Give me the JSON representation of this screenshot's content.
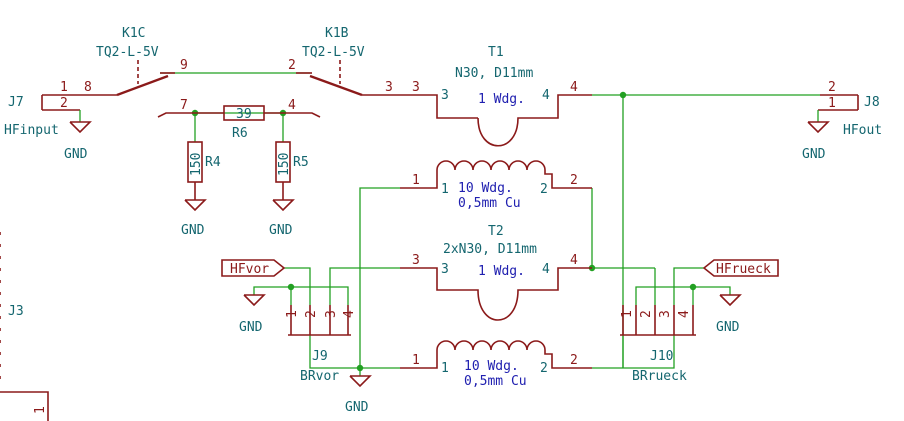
{
  "colors": {
    "wire": "#22a022",
    "device": "#8b1a1a",
    "reference": "#14666f",
    "note": "#2020b0",
    "background": "#ffffff"
  },
  "relays": {
    "k1c": {
      "ref": "K1C",
      "value": "TQ2-L-5V",
      "pin_a": "1",
      "pin_b": "8",
      "pin_common": "9"
    },
    "k1b": {
      "ref": "K1B",
      "value": "TQ2-L-5V",
      "pin_common": "2",
      "pin_a": "3",
      "pin_b": "3"
    }
  },
  "resistors": {
    "r6": {
      "ref": "R6",
      "value": "39",
      "pin_left": "7",
      "pin_right": "4"
    },
    "r4": {
      "ref": "R4",
      "value": "150"
    },
    "r5": {
      "ref": "R5",
      "value": "150"
    }
  },
  "transformers": {
    "t1": {
      "ref": "T1",
      "value": "N30, D11mm",
      "winding_top": "1 Wdg.",
      "pins_top": [
        "3",
        "4"
      ],
      "winding_bottom_line1": "10 Wdg.",
      "winding_bottom_line2": "0,5mm Cu",
      "pins_bottom": [
        "1",
        "2"
      ]
    },
    "t2": {
      "ref": "T2",
      "value": "2xN30, D11mm",
      "winding_top": "1 Wdg.",
      "pins_top": [
        "3",
        "4"
      ],
      "winding_bottom_line1": "10 Wdg.",
      "winding_bottom_line2": "0,5mm Cu",
      "pins_bottom": [
        "1",
        "2"
      ]
    }
  },
  "wire_pin_numbers": {
    "k1c_left": "1",
    "k1c_common": "9",
    "k1b_common": "2",
    "k1b_out": "3",
    "t1_out": "4",
    "t1_bot_in": "1",
    "t1_bot_out": "2",
    "t2_in": "3",
    "t2_out": "4",
    "t2_bot_in": "1",
    "t2_bot_out": "2"
  },
  "connectors": {
    "j7": {
      "ref": "J7",
      "value": "HFinput",
      "pin1": "1",
      "pin2": "2"
    },
    "j8": {
      "ref": "J8",
      "value": "HFout",
      "pin1": "1",
      "pin2": "2"
    },
    "j9": {
      "ref": "J9",
      "value": "BRvor",
      "pins": [
        "1",
        "2",
        "3",
        "4"
      ]
    },
    "j10": {
      "ref": "J10",
      "value": "BRrueck",
      "pins": [
        "1",
        "2",
        "3",
        "4"
      ]
    },
    "j3": {
      "ref": "J3",
      "pin1": "1"
    }
  },
  "labels": {
    "hfvor": "HFvor",
    "hfrueck": "HFrueck"
  },
  "ground_label": "GND"
}
